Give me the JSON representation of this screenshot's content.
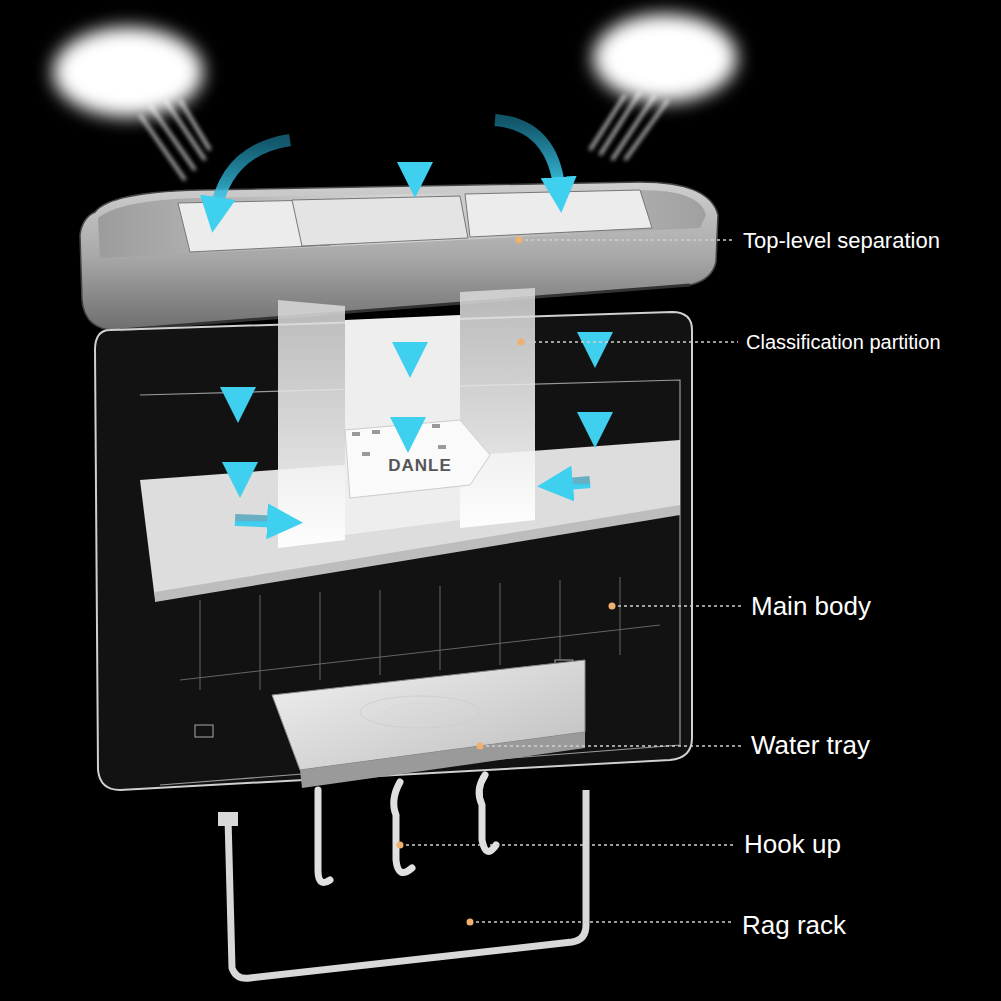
{
  "diagram": {
    "labels": [
      "DANLE",
      "Top-level separation",
      "Classification partition",
      "Main body",
      "Water tray",
      "Hook up",
      "Rag rack"
    ]
  }
}
